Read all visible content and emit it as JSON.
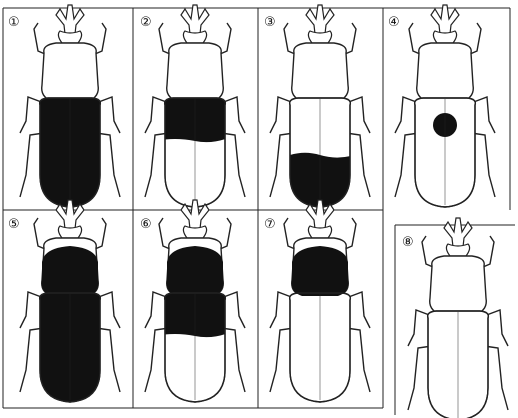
{
  "panels": [
    {
      "label": "①",
      "pattern": "all"
    },
    {
      "label": "②",
      "pattern": "top-wing"
    },
    {
      "label": "③",
      "pattern": "bottom-wing"
    },
    {
      "label": "④",
      "pattern": "spot"
    },
    {
      "label": "⑤",
      "pattern": "all-plus-thorax"
    },
    {
      "label": "⑥",
      "pattern": "thorax-plus-top-wing"
    },
    {
      "label": "⑦",
      "pattern": "thorax-only"
    },
    {
      "label": "⑧",
      "pattern": "none"
    }
  ],
  "colors": {
    "ink": "#111111",
    "paper": "#ffffff",
    "line": "#222222"
  }
}
